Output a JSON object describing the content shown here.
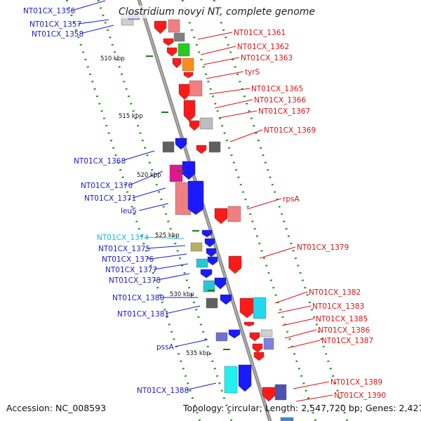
{
  "title": "Clostridium novyi NT, complete genome",
  "footer": {
    "accession": "Accession: NC_008593",
    "topology": "Topology: circular; Length: 2,547,720 bp; Genes: 2,427"
  },
  "colors": {
    "left_label": "#1a1acc",
    "right_label": "#dd1111",
    "highlight_label": "#19b5e6",
    "backbone": "#8c8c8c",
    "tick_label": "#111111",
    "dot_track": "#2e8b22"
  },
  "ticks": [
    "510 kbp",
    "515 kbp",
    "520 kbp",
    "525 kbp",
    "530 kbp",
    "535 kbp"
  ],
  "left_labels": [
    {
      "text": "NT01CX_1356",
      "highlight": false
    },
    {
      "text": "NT01CX_1357",
      "highlight": false
    },
    {
      "text": "NT01CX_1358",
      "highlight": false
    },
    {
      "text": "NT01CX_1368",
      "highlight": false
    },
    {
      "text": "NT01CX_1370",
      "highlight": false
    },
    {
      "text": "NT01CX_1371",
      "highlight": false
    },
    {
      "text": "leuS",
      "highlight": false
    },
    {
      "text": "NT01CX_1374",
      "highlight": true
    },
    {
      "text": "NT01CX_1375",
      "highlight": false
    },
    {
      "text": "NT01CX_1376",
      "highlight": false
    },
    {
      "text": "NT01CX_1377",
      "highlight": false
    },
    {
      "text": "NT01CX_1378",
      "highlight": false
    },
    {
      "text": "NT01CX_1380",
      "highlight": false
    },
    {
      "text": "NT01CX_1381",
      "highlight": false
    },
    {
      "text": "pssA",
      "highlight": false
    },
    {
      "text": "NT01CX_1388",
      "highlight": false
    }
  ],
  "right_labels": [
    {
      "text": "NT01CX_1361"
    },
    {
      "text": "NT01CX_1362"
    },
    {
      "text": "NT01CX_1363"
    },
    {
      "text": "tyrS"
    },
    {
      "text": "NT01CX_1365"
    },
    {
      "text": "NT01CX_1366"
    },
    {
      "text": "NT01CX_1367"
    },
    {
      "text": "NT01CX_1369"
    },
    {
      "text": "rpsA"
    },
    {
      "text": "NT01CX_1379"
    },
    {
      "text": "NT01CX_1382"
    },
    {
      "text": "NT01CX_1383"
    },
    {
      "text": "NT01CX_1385"
    },
    {
      "text": "NT01CX_1386"
    },
    {
      "text": "NT01CX_1387"
    },
    {
      "text": "NT01CX_1389"
    },
    {
      "text": "NT01CX_1390"
    }
  ]
}
